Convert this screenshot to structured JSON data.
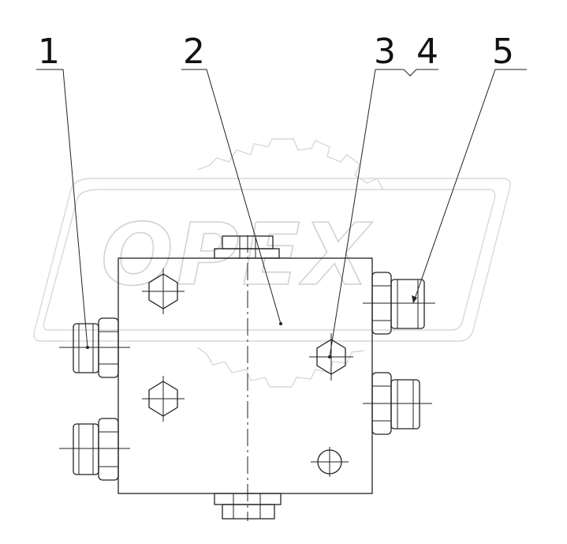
{
  "callouts": [
    {
      "id": "1",
      "label": "1"
    },
    {
      "id": "2",
      "label": "2"
    },
    {
      "id": "3",
      "label": "3"
    },
    {
      "id": "4",
      "label": "4"
    },
    {
      "id": "5",
      "label": "5"
    }
  ],
  "watermark": {
    "text": "OPEX"
  },
  "colors": {
    "line": "#222222",
    "watermark": "#d2d2d2",
    "background": "#ffffff"
  }
}
